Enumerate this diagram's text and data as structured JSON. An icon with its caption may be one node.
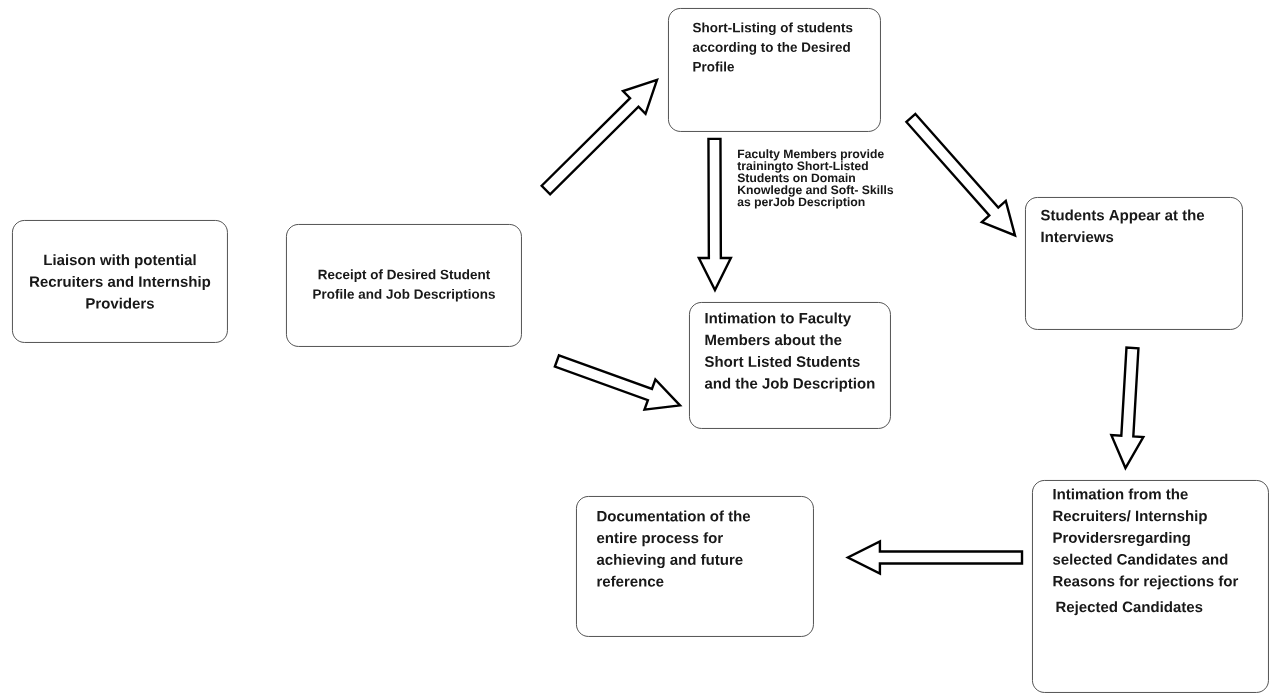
{
  "diagram": {
    "nodes": [
      {
        "text": [
          "Liaison with potential Recruiters and Internship Providers"
        ]
      },
      {
        "text": [
          "Receipt of Desired Student Profile and Job Descriptions"
        ]
      },
      {
        "text": [
          "Short-Listing of students according to the Desired Profile"
        ]
      },
      {
        "text": [
          "Intimation to Faculty Members about the Short Listed Students and the Job Description"
        ]
      },
      {
        "text": [
          "Students Appear at the Interviews"
        ]
      },
      {
        "text": [
          "Intimation from the Recruiters/ Internship Providersregarding selected Candidates and Reasons for rejections for",
          "Rejected Candidates"
        ]
      },
      {
        "text": [
          "Documentation of the entire process  for achieving and future reference"
        ]
      }
    ],
    "edges": [
      {
        "from": 1,
        "to": 2,
        "arrow": "to"
      },
      {
        "from": 1,
        "to": 3,
        "arrow": "to"
      },
      {
        "from": 2,
        "to": 3,
        "arrow": "to",
        "label": "Faculty Members provide trainingto Short-Listed Students on Domain Knowledge and Soft- Skills as perJob Description"
      },
      {
        "from": 2,
        "to": 4,
        "arrow": "to"
      },
      {
        "from": 4,
        "to": 5,
        "arrow": "to"
      },
      {
        "from": 5,
        "to": 6,
        "arrow": "to"
      }
    ]
  }
}
